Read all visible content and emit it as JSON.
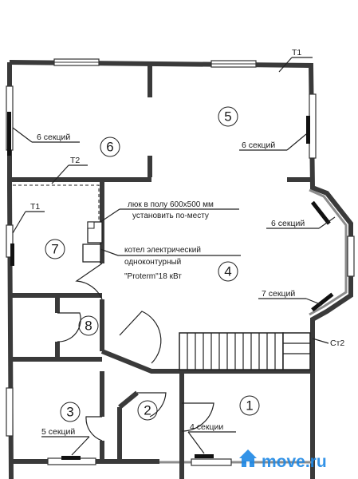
{
  "rooms": [
    {
      "id": "r1",
      "number": "1"
    },
    {
      "id": "r2",
      "number": "2"
    },
    {
      "id": "r3",
      "number": "3"
    },
    {
      "id": "r4",
      "number": "4"
    },
    {
      "id": "r5",
      "number": "5"
    },
    {
      "id": "r6",
      "number": "6"
    },
    {
      "id": "r7",
      "number": "7"
    },
    {
      "id": "r8",
      "number": "8"
    }
  ],
  "labels": {
    "t1_top": "Т1",
    "t2": "Т2",
    "t1_left": "Т1",
    "ct2": "Ст2",
    "rad_6_left": "6 секций",
    "rad_6_right": "6 секций",
    "rad_6_bay": "6 секций",
    "rad_7_bay": "7 секций",
    "rad_5_bottom": "5 секций",
    "rad_4_bottom": "4 секции",
    "hatch_line1": "люк в полу 600х500 мм",
    "hatch_line2": "установить по-месту",
    "boiler_line1": "котел электрический",
    "boiler_line2": "одноконтурный",
    "boiler_line3": "\"Proterm\"18 кВт"
  },
  "watermark": {
    "text": "move.ru",
    "brand_color": "#1e88e5",
    "icon": "house-icon"
  }
}
